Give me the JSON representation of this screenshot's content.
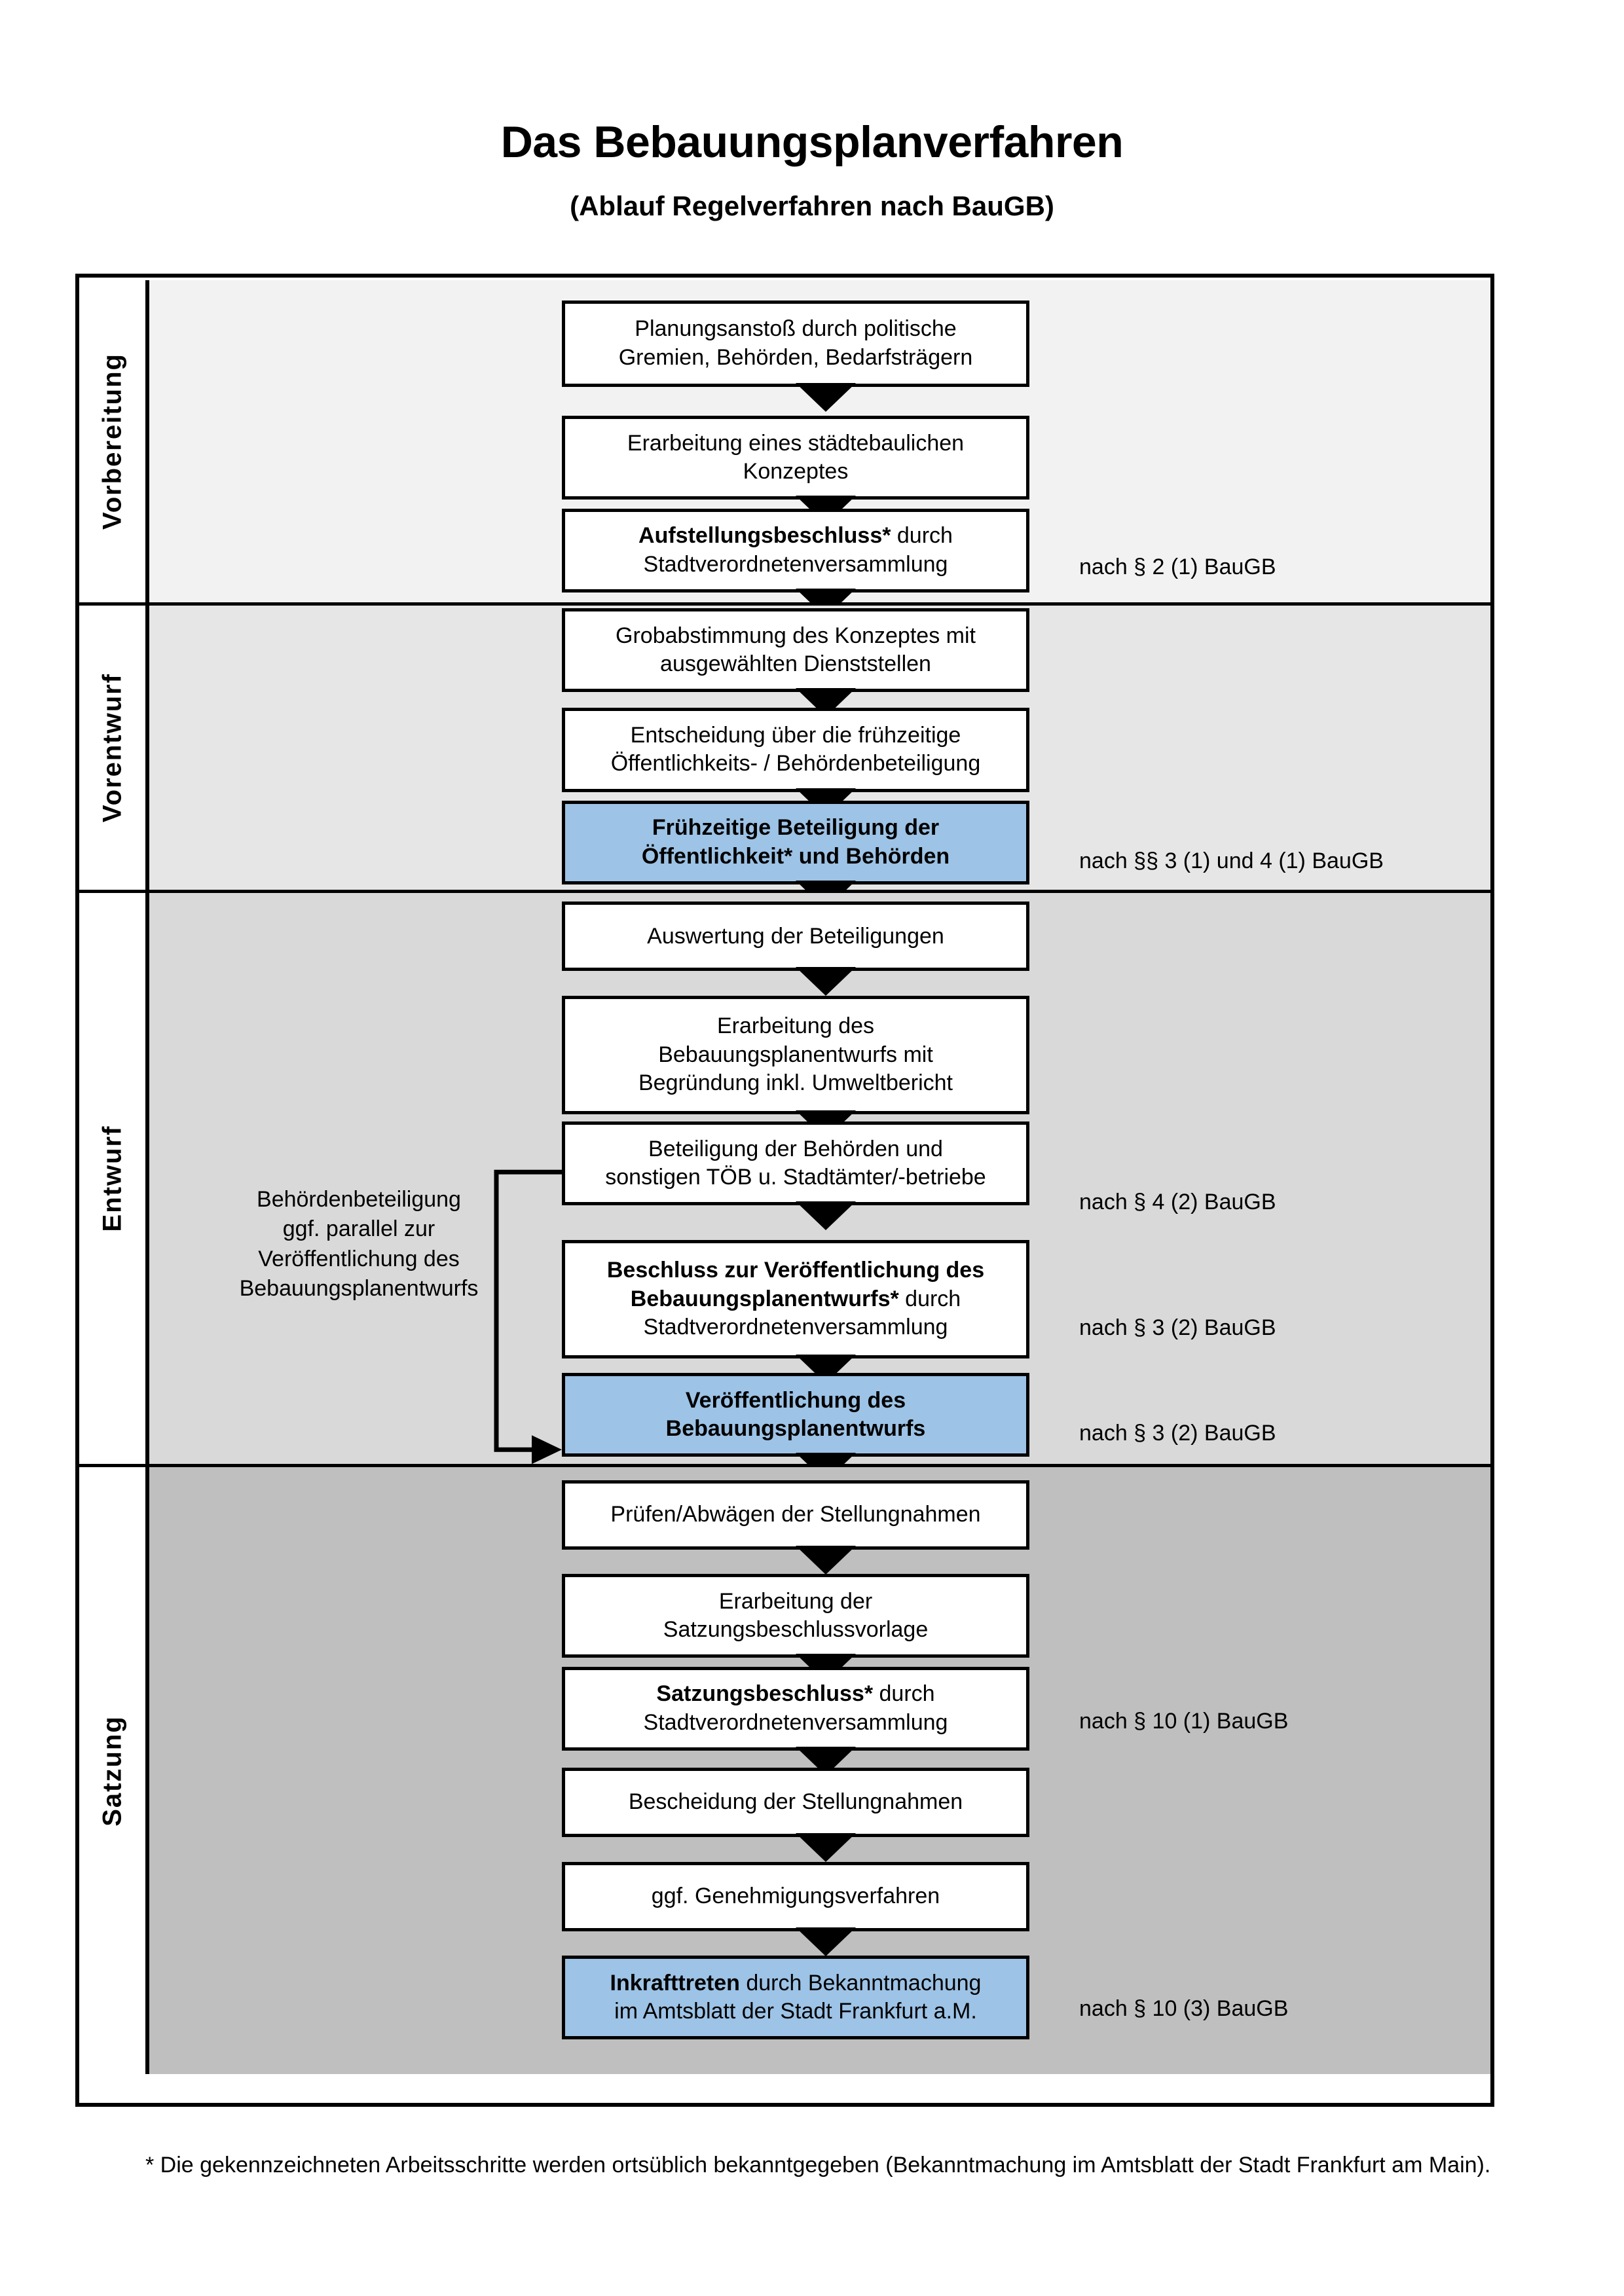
{
  "header": {
    "title": "Das Bebauungsplanverfahren",
    "subtitle": "(Ablauf Regelverfahren nach BauGB)"
  },
  "colors": {
    "highlight_box": "#9DC3E6",
    "band_vorbereitung": "#F2F2F2",
    "band_vorentwurf": "#E6E6E6",
    "band_entwurf": "#D9D9D9",
    "band_satzung": "#BFBFBF",
    "border": "#000000"
  },
  "phases": [
    {
      "id": "vorbereitung",
      "label": "Vorbereitung",
      "band_color": "#F2F2F2",
      "steps": [
        {
          "id": "planungsanstoss",
          "lines": [
            "Planungsanstoß durch politische",
            "Gremien, Behörden, Bedarfsträgern"
          ],
          "bold_prefix": "",
          "highlight": false
        },
        {
          "id": "staedtebauliches-konzept",
          "lines": [
            "Erarbeitung eines städtebaulichen",
            "Konzeptes"
          ],
          "bold_prefix": "",
          "highlight": false
        },
        {
          "id": "aufstellungsbeschluss",
          "lines": [
            "Aufstellungsbeschluss* durch",
            "Stadtverordnetenversammlung"
          ],
          "bold_prefix": "Aufstellungsbeschluss*",
          "highlight": false
        }
      ],
      "side_notes": [
        {
          "id": "note-par2-1",
          "text": "nach § 2 (1) BauGB"
        }
      ]
    },
    {
      "id": "vorentwurf",
      "label": "Vorentwurf",
      "band_color": "#E6E6E6",
      "steps": [
        {
          "id": "grobabstimmung",
          "lines": [
            "Grobabstimmung des Konzeptes mit",
            "ausgewählten Dienststellen"
          ],
          "bold_prefix": "",
          "highlight": false
        },
        {
          "id": "entscheidung-fruehzeitige-beteiligung",
          "lines": [
            "Entscheidung über die frühzeitige",
            "Öffentlichkeits- / Behördenbeteiligung"
          ],
          "bold_prefix": "",
          "highlight": false
        },
        {
          "id": "fruehzeitige-beteiligung",
          "lines": [
            "Frühzeitige Beteiligung der",
            "Öffentlichkeit* und Behörden"
          ],
          "bold_prefix": "ALL",
          "highlight": true
        }
      ],
      "side_notes": [
        {
          "id": "note-par3-1-4-1",
          "text": "nach §§ 3 (1) und 4 (1) BauGB"
        }
      ]
    },
    {
      "id": "entwurf",
      "label": "Entwurf",
      "band_color": "#D9D9D9",
      "annotation": {
        "id": "behoerdenbeteiligung-parallel",
        "lines": [
          "Behördenbeteiligung",
          "ggf. parallel zur",
          "Veröffentlichung des",
          "Bebauungsplanentwurfs"
        ]
      },
      "steps": [
        {
          "id": "auswertung-beteiligungen",
          "lines": [
            "Auswertung der Beteiligungen"
          ],
          "bold_prefix": "",
          "highlight": false
        },
        {
          "id": "erarbeitung-bplanentwurf",
          "lines": [
            "Erarbeitung des",
            "Bebauungsplanentwurfs mit",
            "Begründung inkl. Umweltbericht"
          ],
          "bold_prefix": "",
          "highlight": false
        },
        {
          "id": "beteiligung-behoerden-toeb",
          "lines": [
            "Beteiligung der Behörden und",
            "sonstigen TÖB u. Stadtämter/-betriebe"
          ],
          "bold_prefix": "",
          "highlight": false
        },
        {
          "id": "beschluss-veroeffentlichung",
          "lines": [
            "Beschluss zur Veröffentlichung des",
            "Bebauungsplanentwurfs* durch",
            "Stadtverordnetenversammlung"
          ],
          "bold_prefix": "Beschluss zur Veröffentlichung des Bebauungsplanentwurfs*",
          "highlight": false
        },
        {
          "id": "veroeffentlichung-bplanentwurf",
          "lines": [
            "Veröffentlichung des",
            "Bebauungsplanentwurfs"
          ],
          "bold_prefix": "ALL",
          "highlight": true
        }
      ],
      "side_notes": [
        {
          "id": "note-par4-2",
          "text": "nach § 4 (2) BauGB"
        },
        {
          "id": "note-par3-2-a",
          "text": "nach § 3 (2) BauGB"
        },
        {
          "id": "note-par3-2-b",
          "text": "nach § 3 (2) BauGB"
        }
      ]
    },
    {
      "id": "satzung",
      "label": "Satzung",
      "band_color": "#BFBFBF",
      "steps": [
        {
          "id": "pruefen-abwaegen",
          "lines": [
            "Prüfen/Abwägen der Stellungnahmen"
          ],
          "bold_prefix": "",
          "highlight": false
        },
        {
          "id": "erarbeitung-satzungsbeschlussvorlage",
          "lines": [
            "Erarbeitung der",
            "Satzungsbeschlussvorlage"
          ],
          "bold_prefix": "",
          "highlight": false
        },
        {
          "id": "satzungsbeschluss",
          "lines": [
            "Satzungsbeschluss* durch",
            "Stadtverordnetenversammlung"
          ],
          "bold_prefix": "Satzungsbeschluss*",
          "highlight": false
        },
        {
          "id": "bescheidung-stellungnahmen",
          "lines": [
            "Bescheidung der Stellungnahmen"
          ],
          "bold_prefix": "",
          "highlight": false
        },
        {
          "id": "ggf-genehmigungsverfahren",
          "lines": [
            "ggf. Genehmigungsverfahren"
          ],
          "bold_prefix": "",
          "highlight": false
        },
        {
          "id": "inkrafttreten",
          "lines": [
            "Inkrafttreten durch Bekanntmachung",
            "im Amtsblatt der Stadt Frankfurt a.M."
          ],
          "bold_prefix": "Inkrafttreten",
          "highlight": true
        }
      ],
      "side_notes": [
        {
          "id": "note-par10-1",
          "text": "nach § 10 (1) BauGB"
        },
        {
          "id": "note-par10-3",
          "text": "nach § 10 (3) BauGB"
        }
      ]
    }
  ],
  "footnote": {
    "text": "* Die gekennzeichneten Arbeitsschritte werden ortsüblich bekanntgegeben (Bekanntmachung im Amtsblatt  der Stadt Frankfurt am Main)."
  }
}
